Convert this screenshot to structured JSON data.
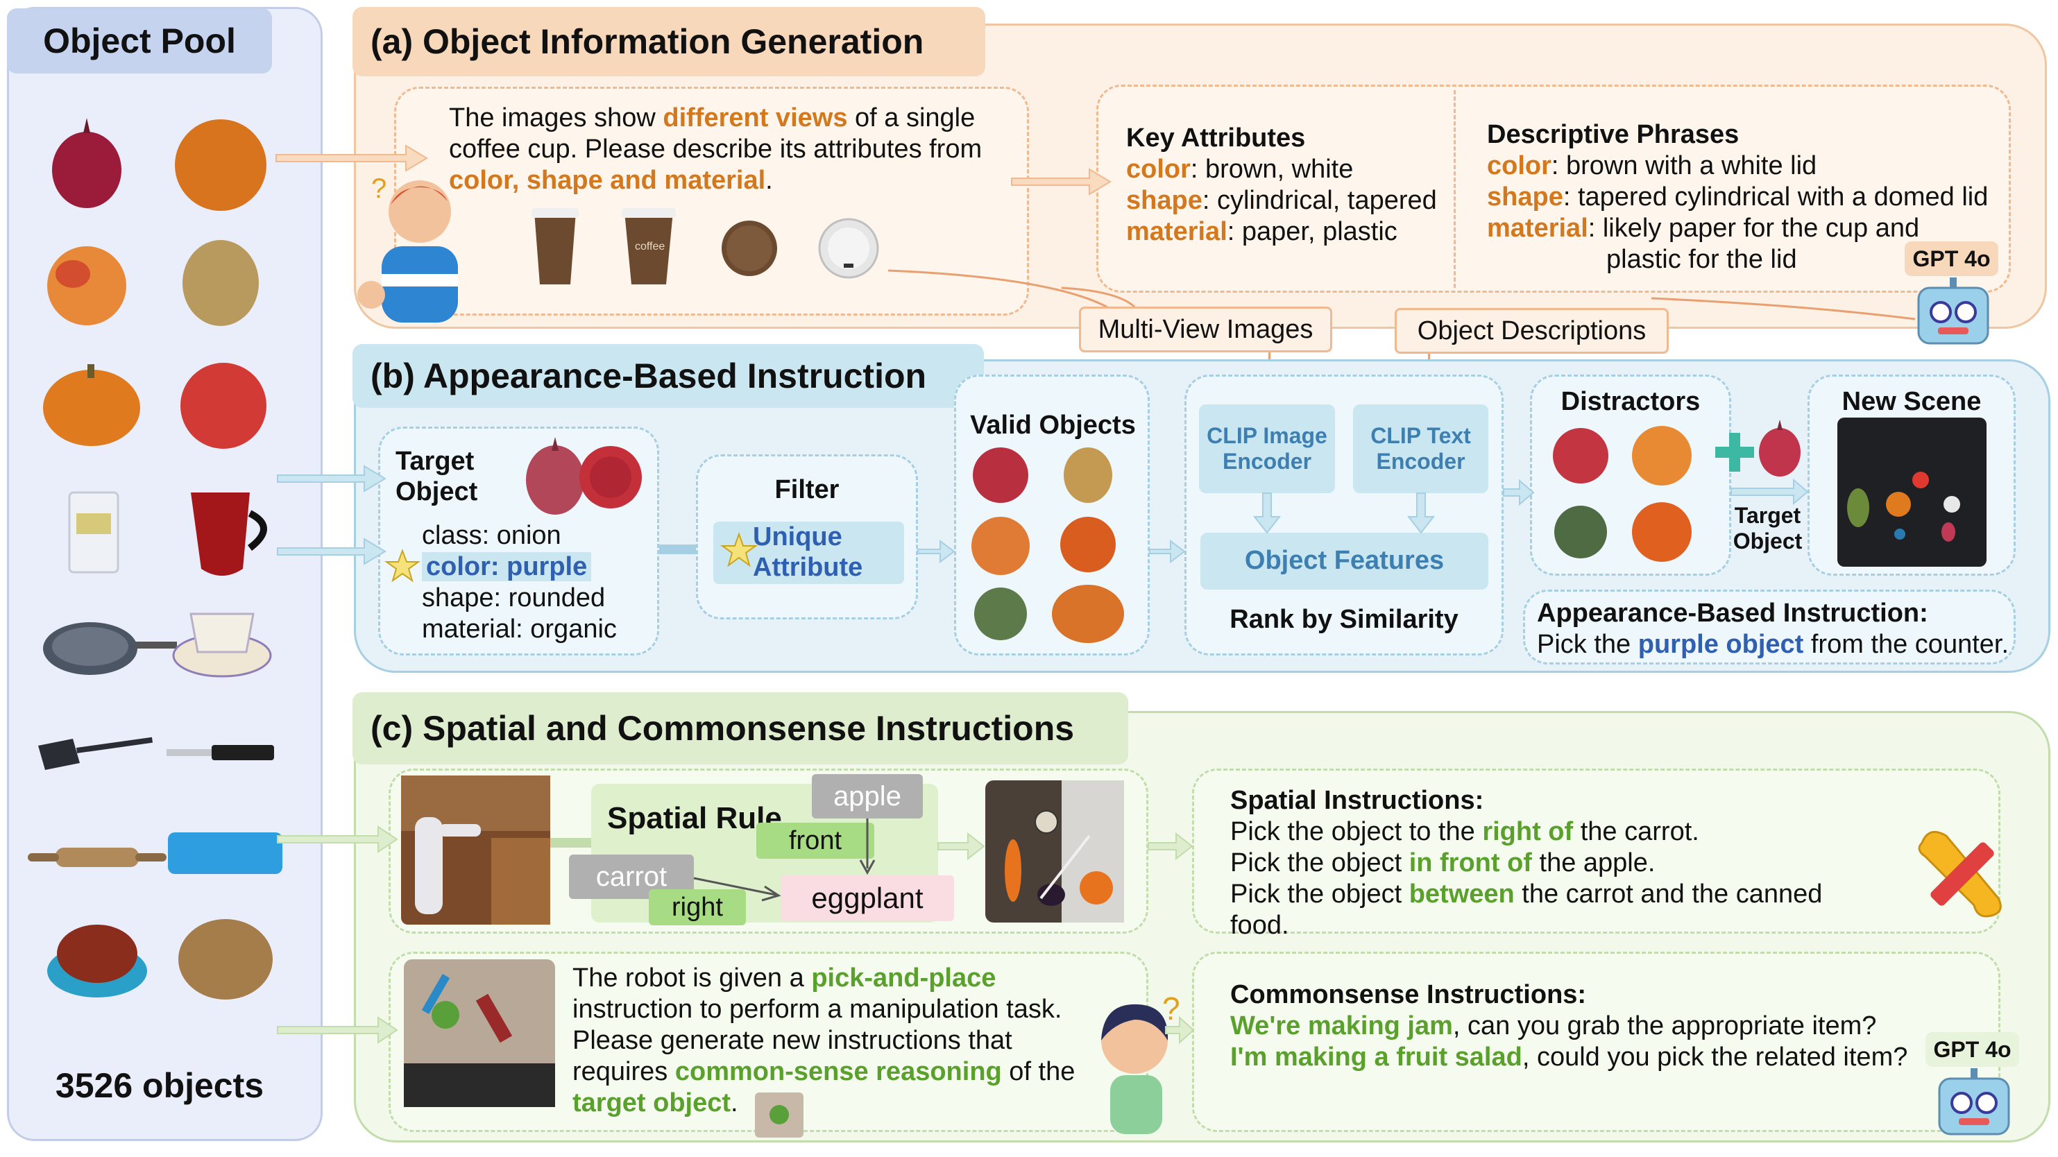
{
  "pool": {
    "title": "Object Pool",
    "count": "3526 objects",
    "objects": [
      "onion-icon",
      "orange-icon",
      "peach-icon",
      "potato-icon",
      "pumpkin-icon",
      "apple-icon",
      "milk-carton-icon",
      "pitcher-icon",
      "frying-pan-icon",
      "teacup-icon",
      "spatula-icon",
      "knife-icon",
      "rolling-pin-icon",
      "ice-tray-icon",
      "cake-icon",
      "bread-icon"
    ]
  },
  "section_a": {
    "title": "(a) Object Information Generation",
    "prompt_parts": [
      "The images show ",
      "different views",
      " of a single coffee cup. Please describe its attributes from ",
      "color, shape and material",
      "."
    ],
    "key_attributes": {
      "heading": "Key Attributes",
      "rows": [
        {
          "k": "color",
          "v": ": brown, white"
        },
        {
          "k": "shape",
          "v": ": cylindrical, tapered"
        },
        {
          "k": "material",
          "v": ": paper, plastic"
        }
      ]
    },
    "descriptive_phrases": {
      "heading": "Descriptive Phrases",
      "rows": [
        {
          "k": "color",
          "v": ": brown with a white lid"
        },
        {
          "k": "shape",
          "v": ": tapered cylindrical with a domed lid"
        },
        {
          "k": "material",
          "v": ": likely paper for the cup and"
        }
      ],
      "continuation": "plastic for the lid"
    },
    "gpt_label": "GPT 4o",
    "multi_view_label": "Multi-View Images",
    "object_desc_label": "Object Descriptions"
  },
  "section_b": {
    "title": "(b) Appearance-Based Instruction",
    "target_object": "Target Object",
    "target_lines": [
      "class: onion",
      "color: purple",
      "shape: rounded",
      "material: organic"
    ],
    "filter": "Filter",
    "unique_attribute": "Unique Attribute",
    "valid_objects": "Valid Objects",
    "clip_image": "CLIP Image Encoder",
    "clip_text": "CLIP Text Encoder",
    "object_features": "Object Features",
    "rank": "Rank by Similarity",
    "distractors": "Distractors",
    "target_object_small": "Target Object",
    "new_scene": "New Scene",
    "instruction_heading": "Appearance-Based Instruction:",
    "instruction_parts": [
      "Pick the ",
      "purple object",
      " from the counter."
    ]
  },
  "section_c": {
    "title": "(c) Spatial and Commonsense Instructions",
    "spatial_rule": "Spatial Rule",
    "nodes": {
      "apple": "apple",
      "front": "front",
      "carrot": "carrot",
      "right": "right",
      "eggplant": "eggplant"
    },
    "spatial_heading": "Spatial Instructions:",
    "spatial_lines": [
      [
        "Pick the object to the ",
        "right of",
        " the carrot."
      ],
      [
        "Pick the object ",
        "in front of",
        " the apple."
      ],
      [
        "Pick the object ",
        "between",
        " the carrot and the canned food."
      ]
    ],
    "robot_prompt_parts": [
      "The robot is given a ",
      "pick-and-place",
      " instruction to perform a manipulation task. Please generate new instructions that requires ",
      "common-sense reasoning",
      " of the ",
      "target object",
      "."
    ],
    "commonsense_heading": "Commonsense Instructions:",
    "commonsense_lines": [
      [
        "We're making jam",
        ", can you grab the appropriate item?"
      ],
      [
        "I'm making a fruit salad",
        ", could you pick the related item?"
      ]
    ],
    "gpt_label": "GPT 4o"
  },
  "colors": {
    "orange_accent": "#d4781e",
    "blue_accent": "#2f5fb0",
    "green_accent": "#5aa02c",
    "section_a_bg": "#fdf1e6",
    "section_b_bg": "#e6f2f8",
    "section_c_bg": "#f2f8ea",
    "pool_bg": "#e9eefa"
  }
}
